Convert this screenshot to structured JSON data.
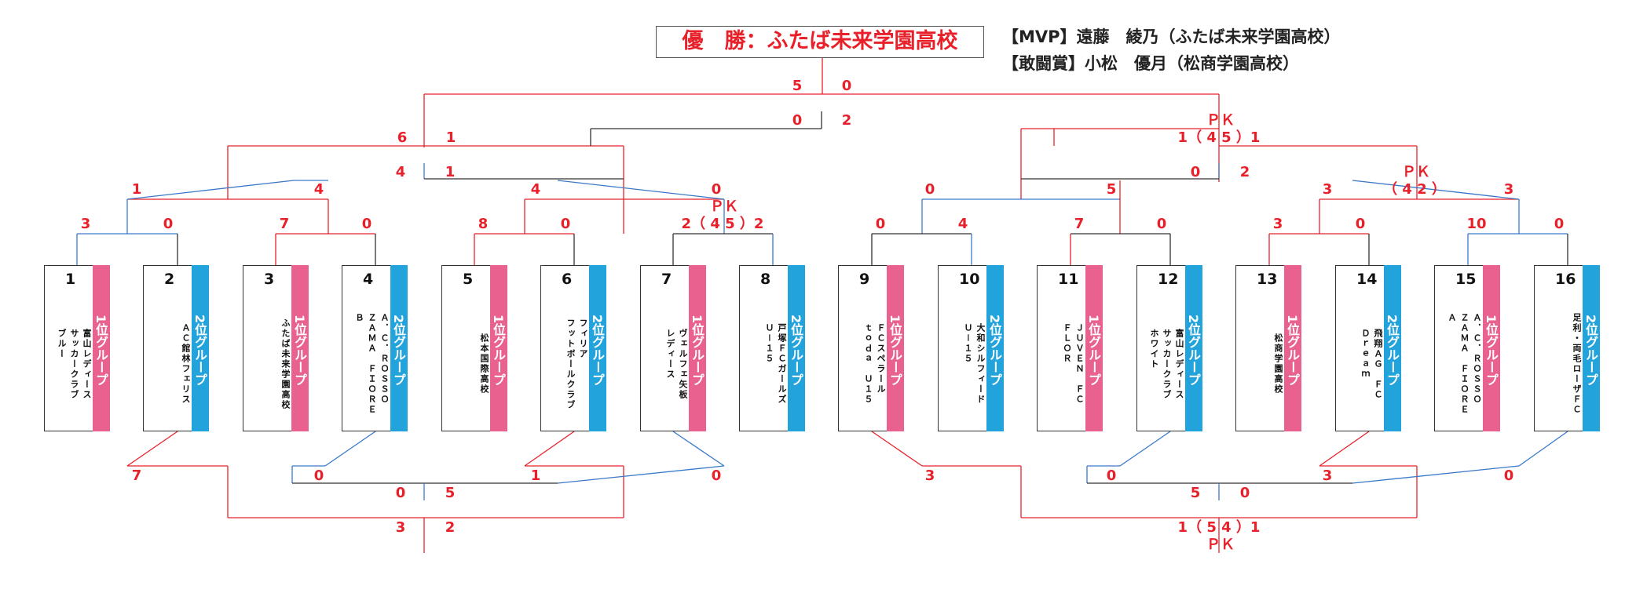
{
  "champion": "優　勝：ふたば未来学園高校",
  "awards": {
    "mvp": "【MVP】遠藤　綾乃（ふたば未来学園高校）",
    "fighting_spirit": "【敢闘賞】小松　優月（松商学園高校）"
  },
  "colors": {
    "win": "#e8202a",
    "loss": "#3a78c9",
    "neutral": "#333333",
    "group1": "#e8618f",
    "group2": "#22a3dc"
  },
  "teams": [
    {
      "num": "1",
      "name": "富山レディース\nサッカークラブ\nブルー",
      "group": "1位グループ",
      "g": 1
    },
    {
      "num": "2",
      "name": "ＡＣ館林フェリス",
      "group": "2位グループ",
      "g": 2
    },
    {
      "num": "3",
      "name": "ふたば未来学園高校",
      "group": "1位グループ",
      "g": 1
    },
    {
      "num": "4",
      "name": "Ａ．Ｃ．ＲＯＳＳＯ\nＺＡＭＡ　ＦＩＯＲＥ\nＢ",
      "group": "2位グループ",
      "g": 2
    },
    {
      "num": "5",
      "name": "松本国際高校",
      "group": "1位グループ",
      "g": 1
    },
    {
      "num": "6",
      "name": "フィリア\nフットボールクラブ",
      "group": "2位グループ",
      "g": 2
    },
    {
      "num": "7",
      "name": "ヴェルフェ矢板\nレディース",
      "group": "1位グループ",
      "g": 1
    },
    {
      "num": "8",
      "name": "戸塚ＦＣガールズ\nＵ－１５",
      "group": "2位グループ",
      "g": 2
    },
    {
      "num": "9",
      "name": "ＦＣスペラール\nｔｏｄａ　Ｕ１５",
      "group": "1位グループ",
      "g": 1
    },
    {
      "num": "10",
      "name": "大和シルフィード\nＵ－１５",
      "group": "2位グループ",
      "g": 2
    },
    {
      "num": "11",
      "name": "ＪＵＶＥＮ　ＦＣ\nＦＬＯＲ",
      "group": "1位グループ",
      "g": 1
    },
    {
      "num": "12",
      "name": "富山レディース\nサッカークラブ\nホワイト",
      "group": "2位グループ",
      "g": 2
    },
    {
      "num": "13",
      "name": "松商学園高校",
      "group": "1位グループ",
      "g": 1
    },
    {
      "num": "14",
      "name": "飛翔ＡＧ　ＦＣ\nＤｒｅａｍ",
      "group": "2位グループ",
      "g": 2
    },
    {
      "num": "15",
      "name": "Ａ．Ｃ．ＲＯＳＳＯ\nＺＡＭＡ　ＦＩＯＲＥ\nＡ",
      "group": "1位グループ",
      "g": 1
    },
    {
      "num": "16",
      "name": "足利・両毛ローザＦＣ",
      "group": "2位グループ",
      "g": 2
    }
  ],
  "scores": {
    "final": [
      "5",
      "0"
    ],
    "sf_left": [
      "6",
      "1"
    ],
    "sf_right": [
      "0",
      "2"
    ],
    "sf_right_pk": "ＰＫ",
    "sf_right_pk_score": "1（ 4 5 ）1",
    "r2a": [
      "1",
      "4"
    ],
    "r2_l_cons": [
      "4",
      "1"
    ],
    "r2b": [
      "4",
      "0"
    ],
    "r2b_pk": "ＰＫ",
    "r1_1": [
      "3",
      "0"
    ],
    "r1_2": [
      "7",
      "0"
    ],
    "r1_3": [
      "8",
      "0"
    ],
    "r1_4": "2（ 4 5 ）2",
    "r2c": [
      "0",
      "5"
    ],
    "r2_r_cons": [
      "0",
      "2"
    ],
    "r2d_pk": "ＰＫ",
    "r2d_pk_score": "（ 4 2 ）",
    "r2d": [
      "3",
      "3"
    ],
    "r1_5": [
      "0",
      "4"
    ],
    "r1_6": [
      "7",
      "0"
    ],
    "r1_7": [
      "3",
      "0"
    ],
    "r1_8": [
      "10",
      "0"
    ],
    "l_lower_1": [
      "7",
      "0"
    ],
    "l_lower_2": [
      "1",
      "0"
    ],
    "l_lower_mid": [
      "0",
      "5"
    ],
    "l_lower_final": [
      "3",
      "2"
    ],
    "r_lower_1": [
      "3",
      "0"
    ],
    "r_lower_2": [
      "3",
      "0"
    ],
    "r_lower_mid": [
      "5",
      "0"
    ],
    "r_lower_final": "1（ 5 4 ）1",
    "r_lower_pk": "ＰＫ"
  }
}
